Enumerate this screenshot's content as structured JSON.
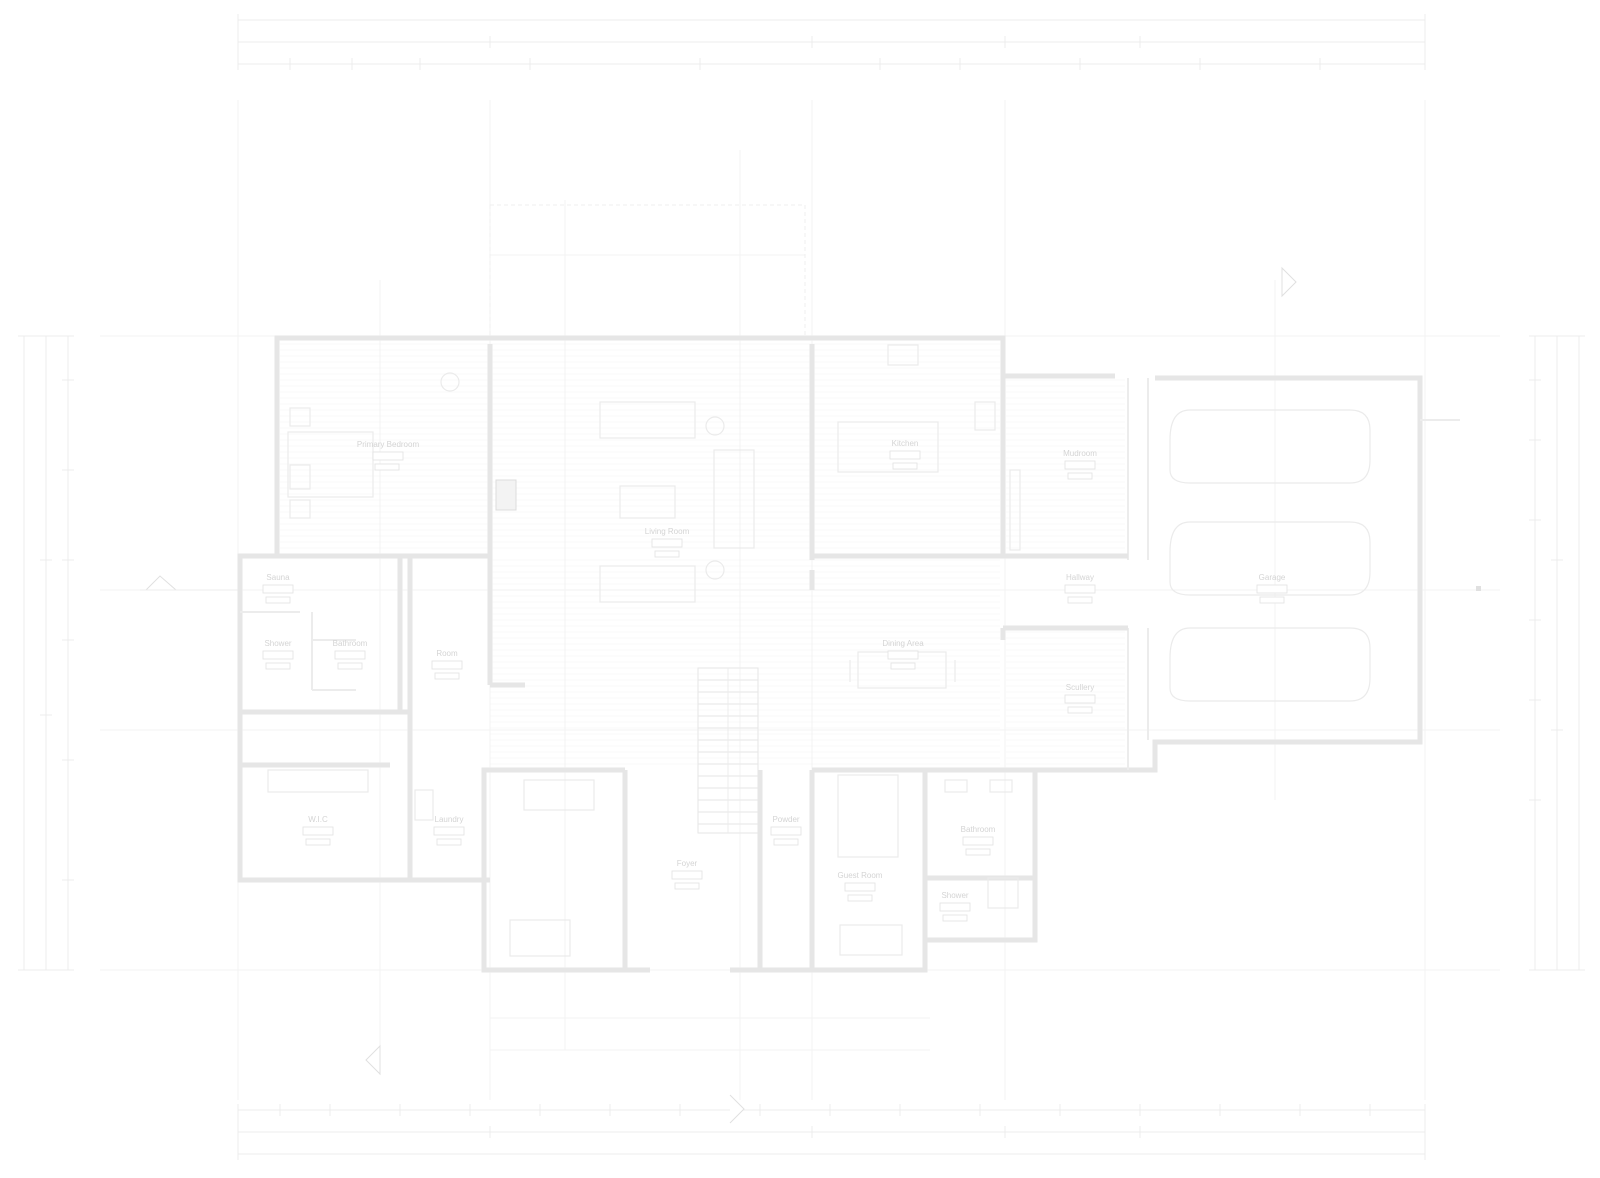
{
  "drawing": {
    "type": "floor-plan",
    "line_color": "#e6e6e6",
    "background": "#ffffff"
  },
  "rooms": [
    {
      "id": "primary-bedroom",
      "name": "Primary Bedroom"
    },
    {
      "id": "living-room",
      "name": "Living Room"
    },
    {
      "id": "kitchen",
      "name": "Kitchen"
    },
    {
      "id": "mudroom",
      "name": "Mudroom"
    },
    {
      "id": "hallway",
      "name": "Hallway"
    },
    {
      "id": "garage",
      "name": "Garage"
    },
    {
      "id": "sauna",
      "name": "Sauna"
    },
    {
      "id": "shower",
      "name": "Shower"
    },
    {
      "id": "bathroom",
      "name": "Bathroom"
    },
    {
      "id": "room",
      "name": "Room"
    },
    {
      "id": "dining-area",
      "name": "Dining Area"
    },
    {
      "id": "scullery",
      "name": "Scullery"
    },
    {
      "id": "wic",
      "name": "W.I.C"
    },
    {
      "id": "laundry",
      "name": "Laundry"
    },
    {
      "id": "foyer",
      "name": "Foyer"
    },
    {
      "id": "powder",
      "name": "Powder"
    },
    {
      "id": "guest-room",
      "name": "Guest Room"
    },
    {
      "id": "bathroom-2",
      "name": "Bathroom"
    },
    {
      "id": "shower-2",
      "name": "Shower"
    }
  ]
}
